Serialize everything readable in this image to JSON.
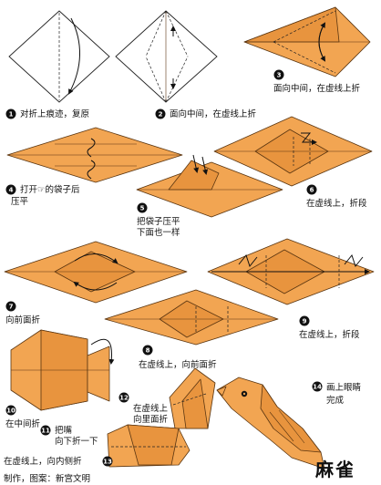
{
  "title": "麻雀",
  "credit": "制作，图案：新宫文明",
  "steps": [
    {
      "n": "1",
      "text": "对折上痕迹，复原",
      "name": "step-1"
    },
    {
      "n": "2",
      "text": "面向中间，在虚线上折",
      "name": "step-2"
    },
    {
      "n": "3",
      "text": "面向中间，在虚线上折",
      "name": "step-3"
    },
    {
      "n": "4",
      "text": "打开☞的袋子后",
      "text2": "压平",
      "name": "step-4"
    },
    {
      "n": "5",
      "text": "把袋子压平",
      "text2": "下面也一样",
      "name": "step-5"
    },
    {
      "n": "6",
      "text": "在虚线上，折段",
      "name": "step-6"
    },
    {
      "n": "7",
      "text": "向前面折",
      "name": "step-7"
    },
    {
      "n": "8",
      "text": "在虚线上，向前面折",
      "name": "step-8"
    },
    {
      "n": "9",
      "text": "在虚线上，折段",
      "name": "step-9"
    },
    {
      "n": "10",
      "text": "在中间折",
      "name": "step-10"
    },
    {
      "n": "11",
      "text": "把嘴",
      "text2": "向下折一下",
      "name": "step-11"
    },
    {
      "n": "12",
      "text": "在虚线上",
      "text2": "向里面折",
      "name": "step-12"
    },
    {
      "n": "13",
      "text": "在虚线上，向内侧折",
      "name": "step-13"
    },
    {
      "n": "14",
      "text": "画上眼睛",
      "text2": "完成",
      "name": "step-14"
    }
  ],
  "colors": {
    "paper": "#f2a552",
    "outline": "#5a3510",
    "text": "#111111"
  }
}
